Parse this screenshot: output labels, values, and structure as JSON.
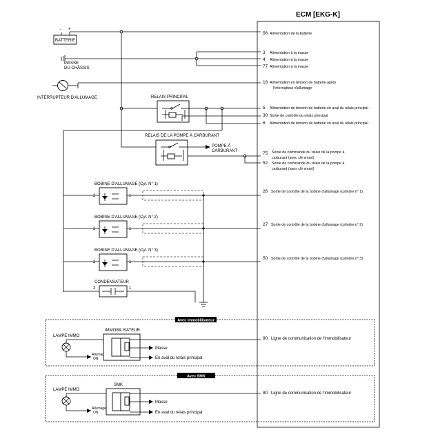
{
  "ecm": {
    "title": "ECM [EKG-K]",
    "pins": [
      {
        "num": "56",
        "desc": [
          "Alimentation de la batterie"
        ]
      },
      {
        "num": "3",
        "desc": [
          "Alimentation à la masse"
        ]
      },
      {
        "num": "4",
        "desc": [
          "Alimentation à la masse"
        ]
      },
      {
        "num": "77",
        "desc": [
          "Alimentation à la masse"
        ]
      },
      {
        "num": "18",
        "desc": [
          "Alimentation en tension de batterie après",
          "l'interrupteur d'allumage"
        ]
      },
      {
        "num": "5",
        "desc": [
          "Alimentation de tension de batterie en aval du relais principal"
        ]
      },
      {
        "num": "30",
        "desc": [
          "Sortie de contrôle du relais principal"
        ]
      },
      {
        "num": "6",
        "desc": [
          "Alimentation de tension de batterie en aval du relais principal"
        ]
      },
      {
        "num": "75",
        "desc": [
          "Sortie de commande du relais de la pompe à",
          "carburant (avec clé smart)"
        ]
      },
      {
        "num": "52",
        "desc": [
          "Sortie de commande du relais de la pompe à",
          "carburant (sans clé smart)"
        ]
      },
      {
        "num": "26",
        "desc": [
          "Sortie de contrôle de la bobine d'allumage (cylindre n° 1)"
        ]
      },
      {
        "num": "27",
        "desc": [
          "Sortie de contrôle de la bobine d'allumage (cylindre n° 2)"
        ]
      },
      {
        "num": "50",
        "desc": [
          "Sortie de contrôle de la bobine d'allumage (cylindre n° 3)"
        ]
      },
      {
        "num": "80",
        "desc": [
          "Ligne de communication de l'immobilisateur"
        ]
      },
      {
        "num": "80",
        "desc": [
          "Ligne de communication de l'immobilisateur"
        ]
      }
    ]
  },
  "components": {
    "battery": {
      "label": "BATTERIE",
      "minus": "-",
      "plus": "+"
    },
    "chassis_ground": [
      "MASSE",
      "DU CHÂSSIS"
    ],
    "ignition_switch": "INTERRUPTEUR D'ALLUMAGE",
    "main_relay": "RELAIS PRINCIPAL",
    "fuel_pump_relay": "RELAIS DE LA POMPE À CARBURANT",
    "fuel_pump": [
      "POMPE À",
      "CARBURANT"
    ],
    "coils": [
      {
        "label": "BOBINE D'ALLUMAGE (Cyl. N° 1)",
        "left_pin": "2",
        "right_pin": "1"
      },
      {
        "label": "BOBINE D'ALLUMAGE (Cyl. N° 2)",
        "left_pin": "2",
        "right_pin": "1"
      },
      {
        "label": "BOBINE D'ALLUMAGE (Cyl. N° 3)",
        "left_pin": "2",
        "right_pin": "1"
      }
    ],
    "condenser": {
      "label": "CONDENSATEUR",
      "left_pin": "2",
      "right_pin": "1"
    }
  },
  "sections": [
    {
      "header": "Avec immobilisateur",
      "lamp": "LAMPE IMMO",
      "unit": "IMMOBILISATEUR",
      "ignition_note": [
        "Allumage",
        "ON"
      ],
      "ground_label": "Masse",
      "downstream_label": "En aval du relais principal"
    },
    {
      "header": "Avec SMK",
      "lamp": "LAMPE IMMO",
      "unit": "SMK",
      "ignition_note": [
        "Allumage",
        "ON"
      ],
      "ground_label": "Masse",
      "downstream_label": "En aval du relais principal"
    }
  ]
}
